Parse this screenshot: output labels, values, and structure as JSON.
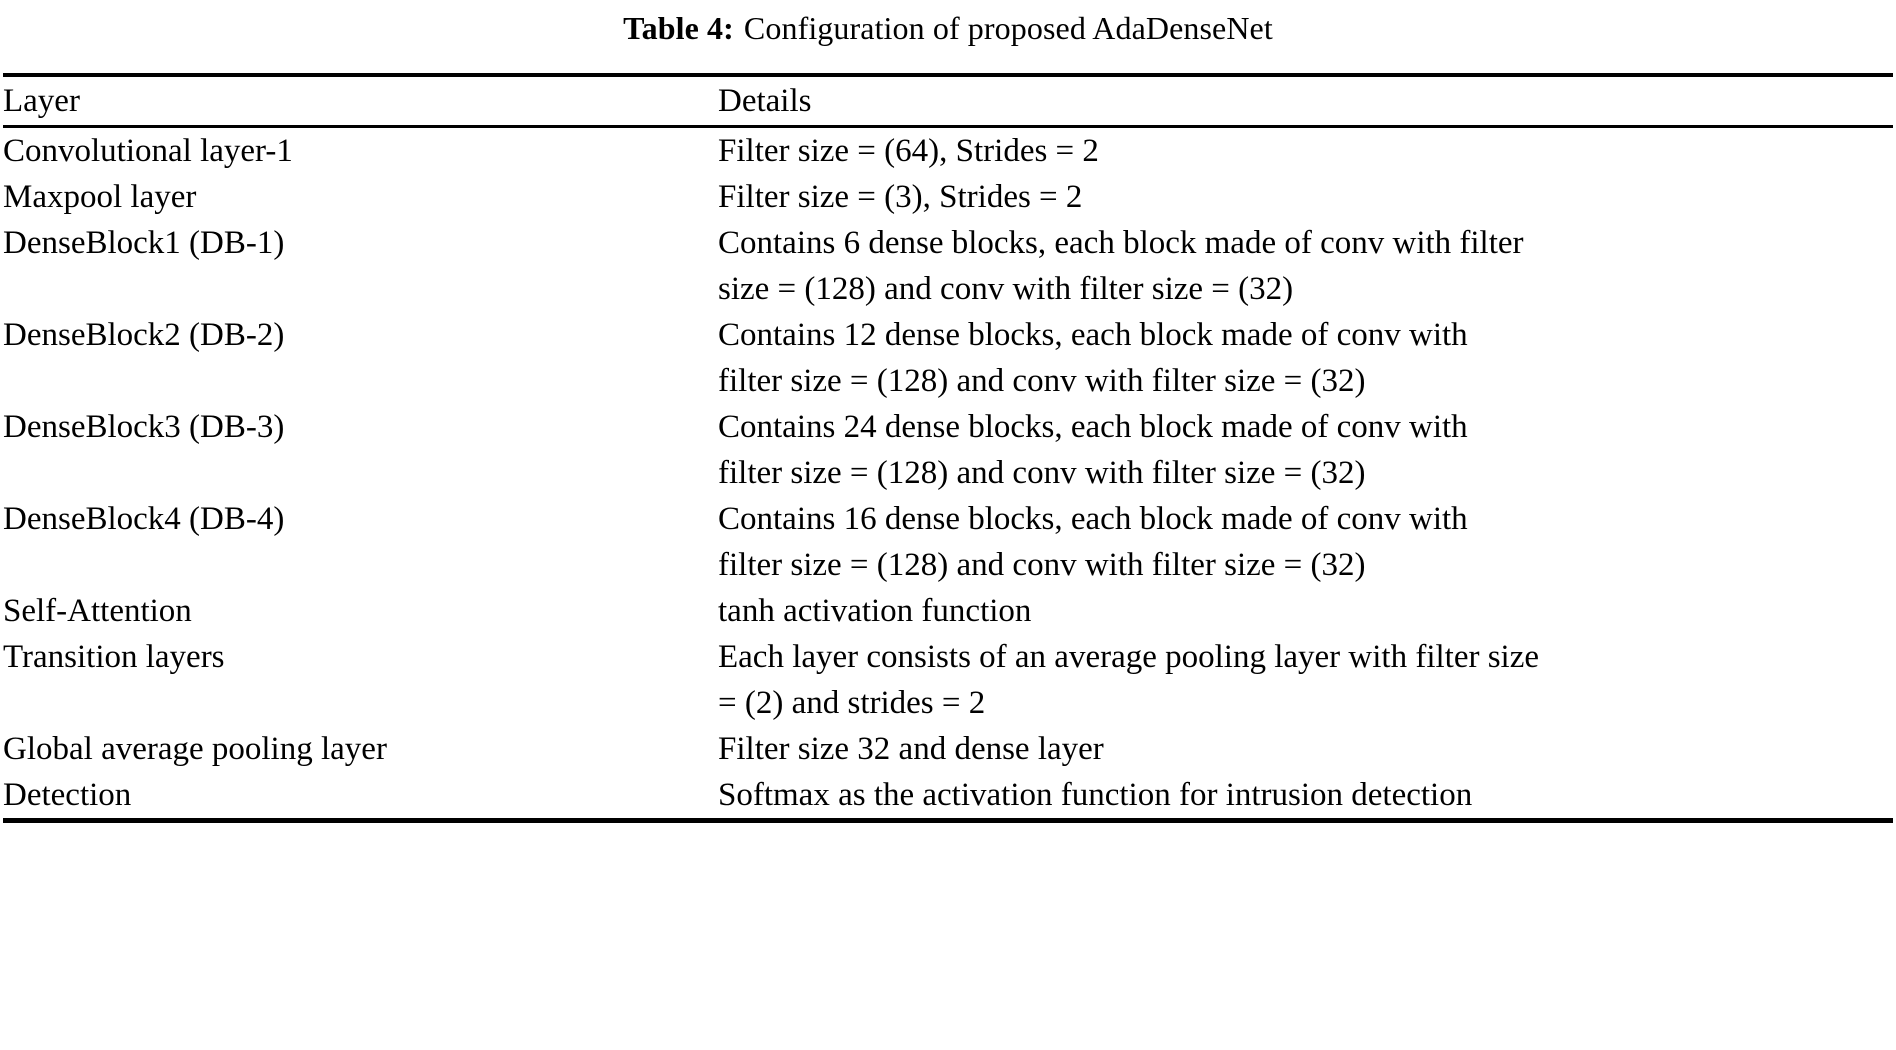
{
  "caption": {
    "label": "Table 4:",
    "text": "Configuration of proposed AdaDenseNet"
  },
  "table": {
    "columns": [
      {
        "key": "layer",
        "header": "Layer"
      },
      {
        "key": "details",
        "header": "Details"
      }
    ],
    "rows": [
      {
        "layer": "Convolutional layer-1",
        "details_lines": [
          "Filter size = (64), Strides = 2"
        ]
      },
      {
        "layer": "Maxpool layer",
        "details_lines": [
          "Filter size = (3), Strides = 2"
        ]
      },
      {
        "layer": "DenseBlock1 (DB-1)",
        "details_lines": [
          "Contains 6 dense blocks, each block made of conv with filter",
          "size = (128) and conv with filter size = (32)"
        ]
      },
      {
        "layer": "DenseBlock2 (DB-2)",
        "details_lines": [
          "Contains 12 dense blocks, each block made of conv with",
          "filter size = (128) and conv with filter size = (32)"
        ]
      },
      {
        "layer": "DenseBlock3 (DB-3)",
        "details_lines": [
          "Contains 24 dense blocks, each block made of conv with",
          "filter size = (128) and conv with filter size = (32)"
        ]
      },
      {
        "layer": "DenseBlock4 (DB-4)",
        "details_lines": [
          "Contains 16 dense blocks, each block made of conv with",
          "filter size = (128) and conv with filter size = (32)"
        ]
      },
      {
        "layer": "Self-Attention",
        "details_lines": [
          "tanh activation function"
        ]
      },
      {
        "layer": "Transition layers",
        "details_lines": [
          "Each layer consists of an average pooling layer with filter size",
          "= (2) and strides = 2"
        ]
      },
      {
        "layer": "Global average pooling layer",
        "details_lines": [
          "Filter size 32 and dense layer"
        ]
      },
      {
        "layer": "Detection",
        "details_lines": [
          "Softmax as the activation function for intrusion detection"
        ]
      }
    ]
  }
}
